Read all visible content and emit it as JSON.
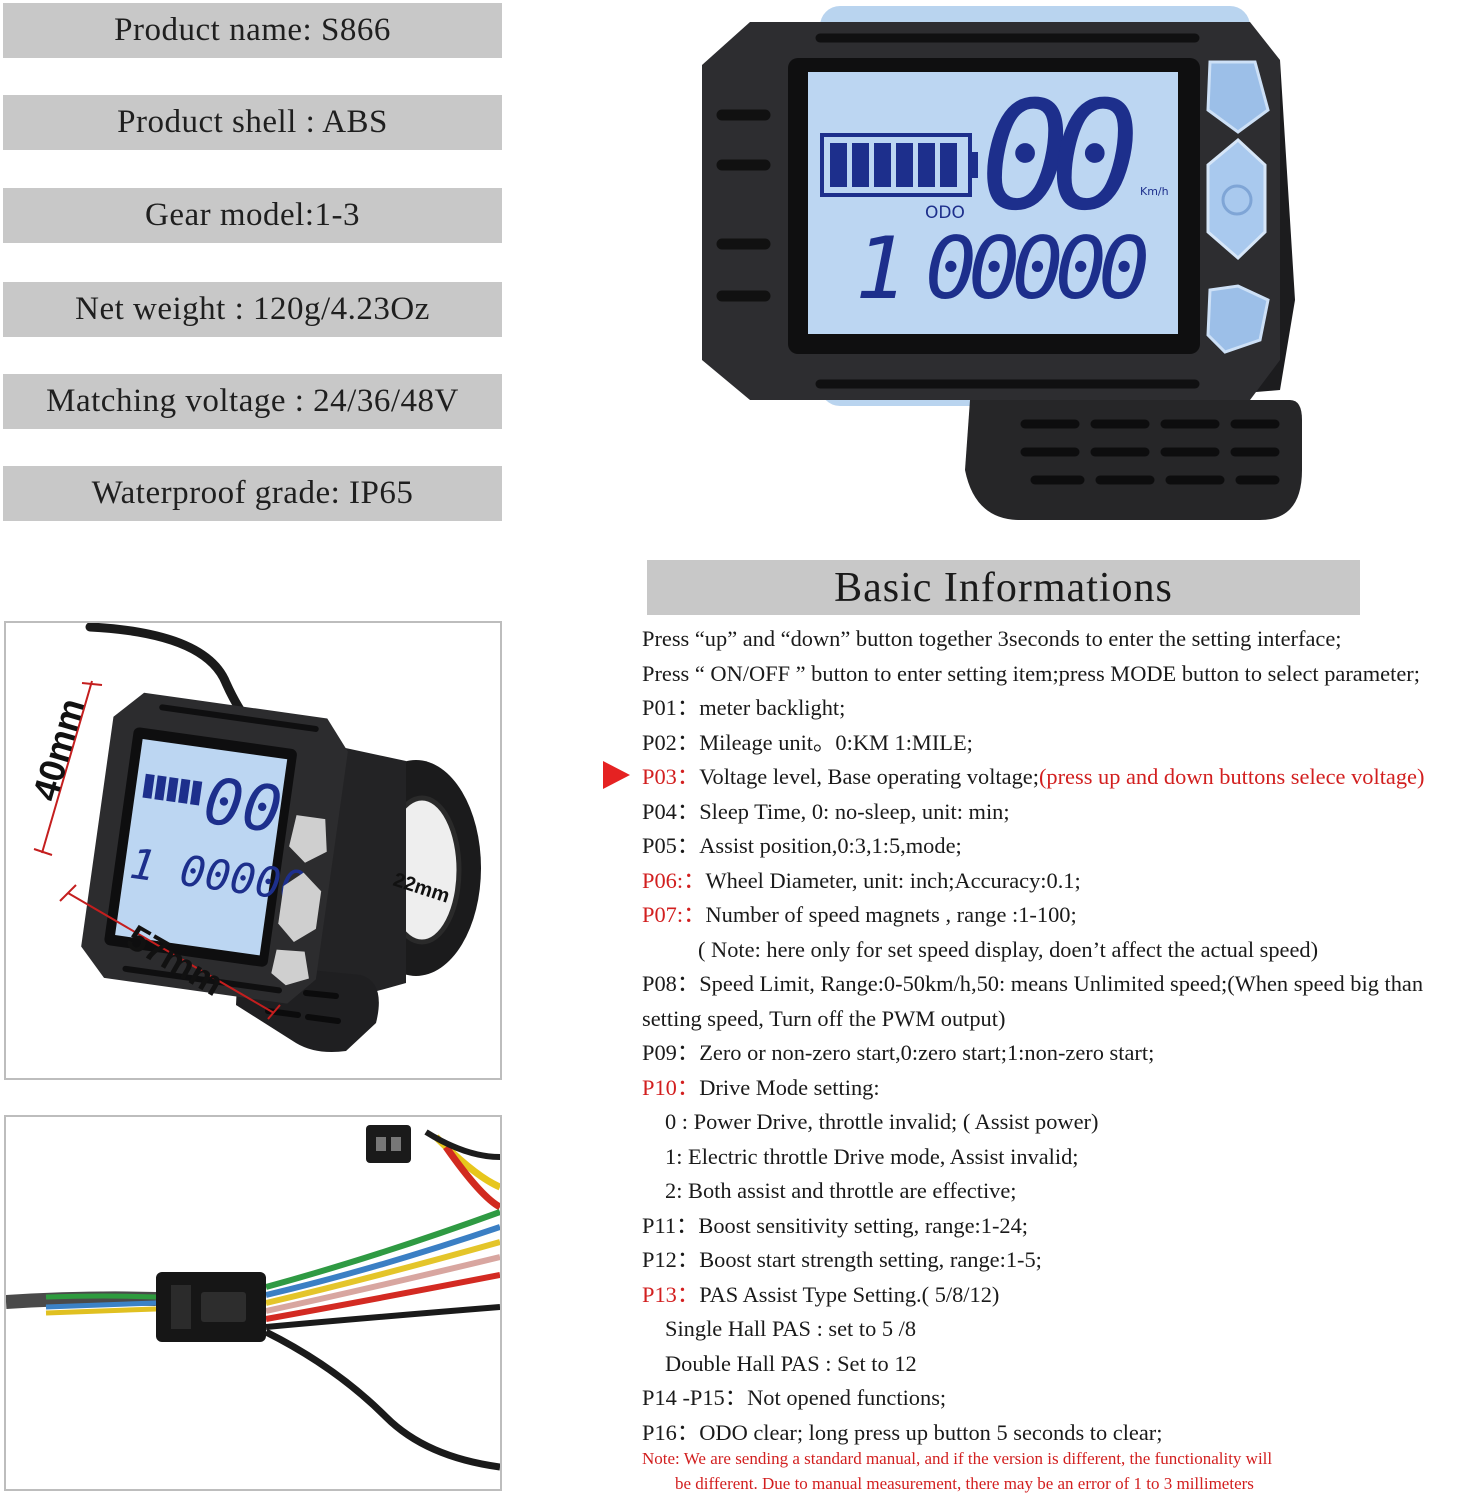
{
  "specs": [
    "Product name: S866",
    "Product shell : ABS",
    "Gear model:1-3",
    "Net weight : 120g/4.23Oz",
    "Matching voltage : 24/36/48V",
    "Waterproof grade: IP65"
  ],
  "lcd": {
    "speed": "00",
    "speed_unit": "Km/h",
    "odo_label": "ODO",
    "gear": "1",
    "odo_value": "00000"
  },
  "dims": {
    "height": "40mm",
    "width": "57mm",
    "bar": "22mm"
  },
  "info": {
    "heading": "Basic  Informations",
    "lines": [
      {
        "code": "",
        "text": "Press “up” and “down” button together 3seconds to enter the setting interface;"
      },
      {
        "code": "",
        "text": "Press “ ON/OFF ” button to enter setting item;press MODE button to select parameter;"
      },
      {
        "code": "P01：",
        "text": "meter backlight;"
      },
      {
        "code": "P02：",
        "text": "Mileage unit。0:KM   1:MILE;"
      },
      {
        "code": "P03：",
        "text": "Voltage level, Base operating voltage;",
        "extra": "(press up and down buttons selece voltage)"
      },
      {
        "code": "P04：",
        "text": "Sleep Time, 0: no-sleep, unit: min;"
      },
      {
        "code": "P05：",
        "text": "Assist position,0:3,1:5,mode;"
      },
      {
        "code": "P06:：",
        "text": "Wheel Diameter, unit: inch;Accuracy:0.1;"
      },
      {
        "code": "P07:：",
        "text": "Number of speed magnets , range :1-100;"
      },
      {
        "code": "",
        "text": "( Note: here only for set speed display, doen’t affect the actual speed)"
      },
      {
        "code": "P08：",
        "text": "Speed Limit, Range:0-50km/h,50: means Unlimited speed;(When speed big than"
      },
      {
        "code": "",
        "text": "setting speed, Turn off the PWM output)"
      },
      {
        "code": "P09：",
        "text": "Zero or non-zero start,0:zero start;1:non-zero start;"
      },
      {
        "code": "P10：",
        "text": "Drive Mode setting:"
      },
      {
        "code": "",
        "text": "0 : Power Drive, throttle invalid; ( Assist power)"
      },
      {
        "code": "",
        "text": "1: Electric throttle Drive mode, Assist invalid;"
      },
      {
        "code": "",
        "text": "2: Both assist and throttle are effective;"
      },
      {
        "code": "P11：",
        "text": "Boost sensitivity setting, range:1-24;"
      },
      {
        "code": "P12：",
        "text": "Boost start strength setting, range:1-5;"
      },
      {
        "code": "P13：",
        "text": "PAS Assist Type Setting.( 5/8/12)"
      },
      {
        "code": "",
        "text": "Single Hall PAS : set to 5 /8"
      },
      {
        "code": "",
        "text": "Double Hall PAS : Set to 12"
      },
      {
        "code": "P14 -P15：",
        "text": "Not opened functions;"
      },
      {
        "code": "P16：",
        "text": "ODO clear; long press up button 5 seconds to clear;"
      }
    ],
    "note_line1": "Note: We are sending a standard manual, and if the version is different, the functionality will",
    "note_line2": "be different. Due to manual measurement, there may be an error of 1 to 3 millimeters"
  },
  "colors": {
    "accent_red": "#d21f1f",
    "label_bg": "#c8c8c8",
    "lcd_bg": "#bcd6f2",
    "lcd_segment": "#1d2f8c",
    "device_body": "#2a2a2c"
  }
}
